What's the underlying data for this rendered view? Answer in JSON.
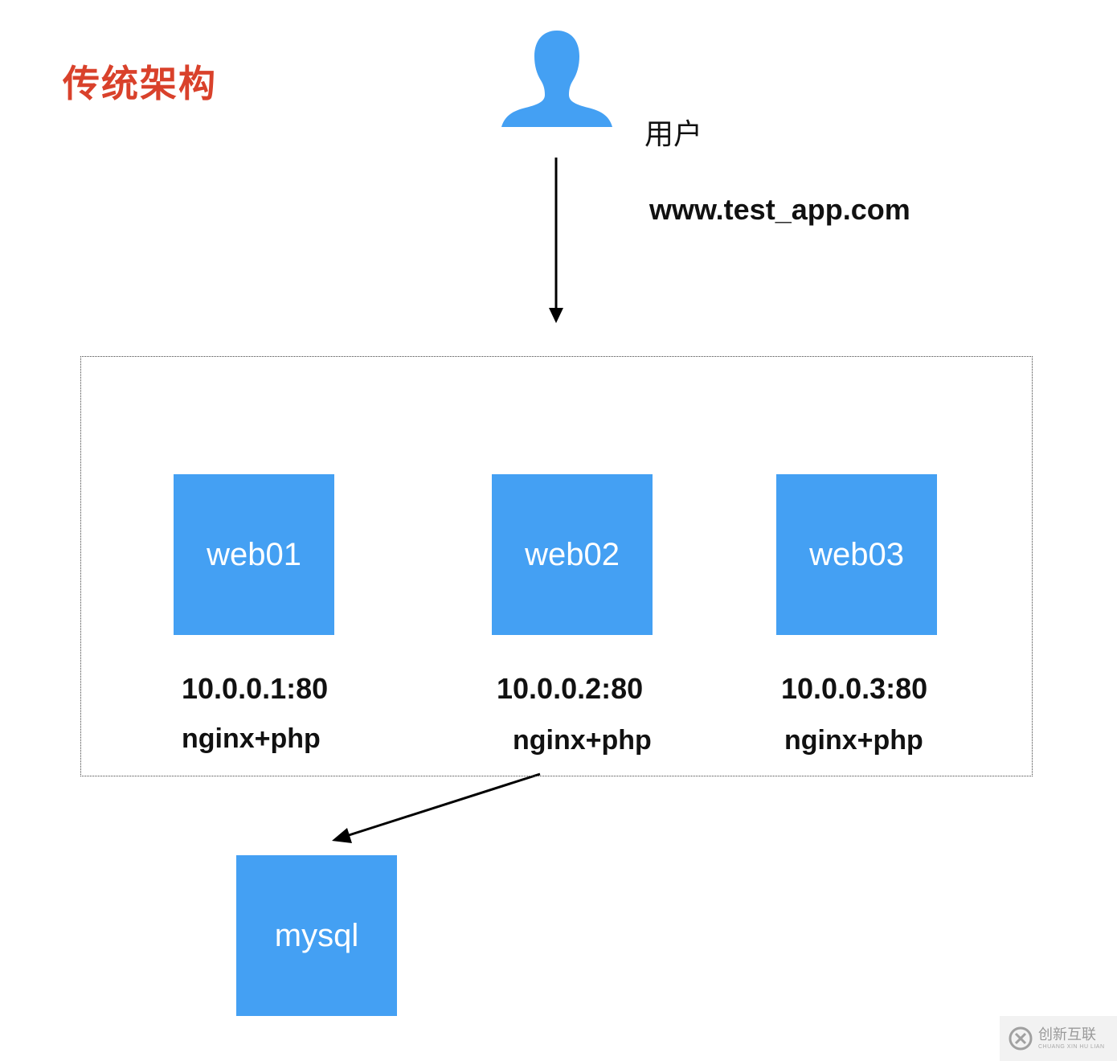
{
  "title": "传统架构",
  "user": {
    "icon": "user-silhouette-icon",
    "label": "用户",
    "color": "#44a0f3"
  },
  "domain": "www.test_app.com",
  "servers": [
    {
      "name": "web01",
      "ip": "10.0.0.1:80",
      "stack": "nginx+php"
    },
    {
      "name": "web02",
      "ip": "10.0.0.2:80",
      "stack": "nginx+php"
    },
    {
      "name": "web03",
      "ip": "10.0.0.3:80",
      "stack": "nginx+php"
    }
  ],
  "database": {
    "name": "mysql"
  },
  "colors": {
    "title": "#d9412b",
    "node": "#44a0f3",
    "text": "#111111"
  },
  "watermark": {
    "icon": "chuangxin-logo-icon",
    "text_cn": "创新互联",
    "text_en": "CHUANG XIN HU LIAN"
  }
}
